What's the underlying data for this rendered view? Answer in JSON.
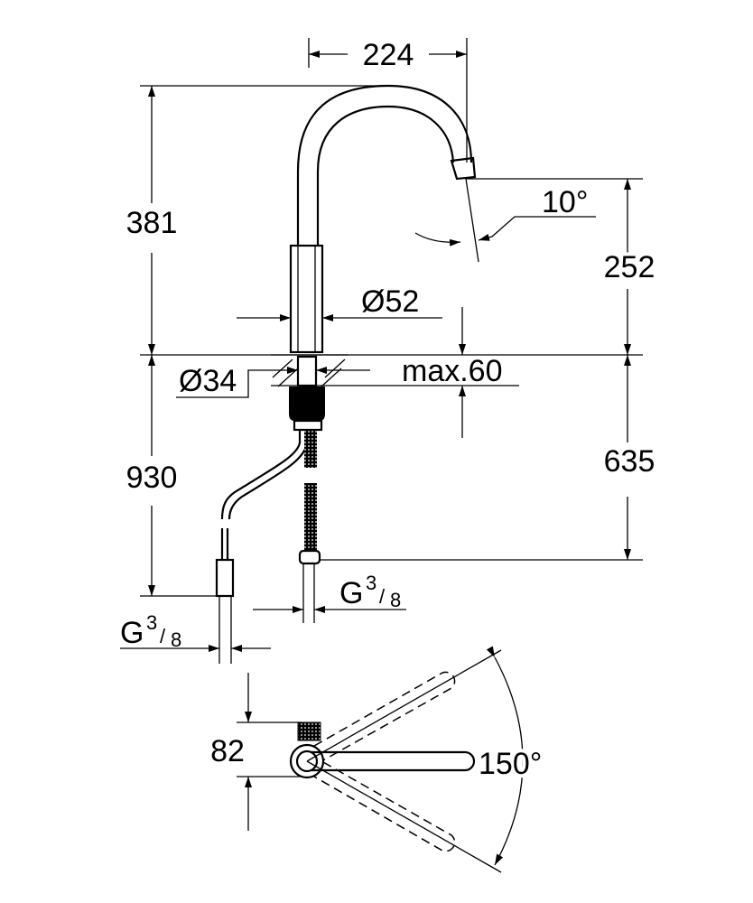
{
  "dimensions": {
    "spout_reach": "224",
    "height_above_deck": "381",
    "spout_angle": "10°",
    "spout_outlet_height": "252",
    "body_diameter": "Ø52",
    "hole_diameter": "Ø34",
    "max_deck_thickness": "max.60",
    "height_below_deck": "930",
    "hose_length": "635",
    "connection_right": {
      "g": "G",
      "num": "3",
      "den": "8"
    },
    "connection_left": {
      "g": "G",
      "num": "3",
      "den": "8"
    },
    "lever_offset": "82",
    "swivel_angle": "150°"
  }
}
